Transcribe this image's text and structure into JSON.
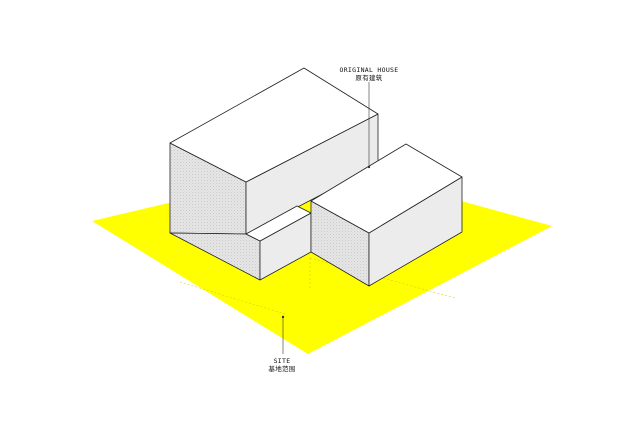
{
  "annotations": {
    "original_house": {
      "en": "ORIGINAL HOUSE",
      "zh": "原有建筑"
    },
    "site": {
      "en": "SITE",
      "zh": "基地范围"
    }
  },
  "colors": {
    "site": "#ffff00",
    "face_top": "#ffffff",
    "face_light": "#ececec",
    "face_dark": "#d9d9d9",
    "outline": "#222222"
  }
}
